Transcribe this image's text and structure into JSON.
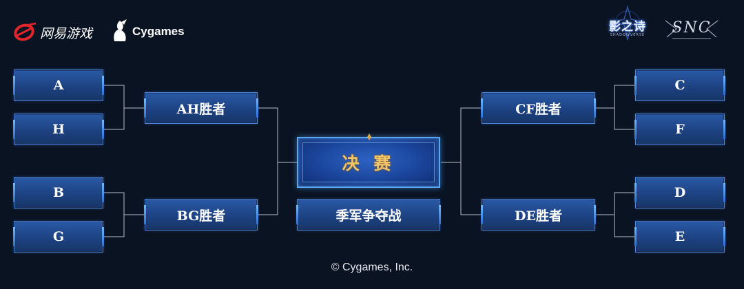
{
  "logos": {
    "netease": "网易游戏",
    "cygames": "Cygames",
    "shadowverse": "影之诗",
    "shadowverse_sub": "SHADOWVERSE",
    "snc": "SNC"
  },
  "bracket": {
    "left_round1": [
      "A",
      "H",
      "B",
      "G"
    ],
    "right_round1": [
      "C",
      "F",
      "D",
      "E"
    ],
    "left_semis": [
      "AH胜者",
      "BG胜者"
    ],
    "right_semis": [
      "CF胜者",
      "DE胜者"
    ],
    "final": "决 赛",
    "third_place": "季军争夺战"
  },
  "colors": {
    "background": "#0a1322",
    "box": "#1d4282",
    "final_text": "#f2c46a",
    "line": "#b8bfcc"
  },
  "footer": "© Cygames, Inc."
}
